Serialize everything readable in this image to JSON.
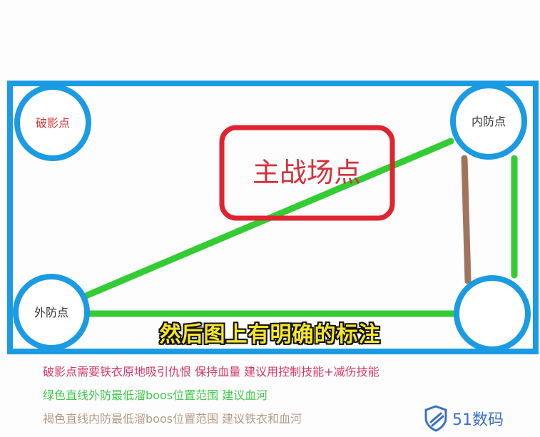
{
  "diagram": {
    "nodes": {
      "top_left": "破影点",
      "top_right": "内防点",
      "bottom_left": "外防点",
      "bottom_right": ""
    },
    "center_label": "主战场点",
    "colors": {
      "frame": "#1a9be3",
      "center_box": "#e0242f",
      "center_text": "#d6303c",
      "green_line": "#33cc33",
      "brown_line": "#a0755c",
      "top_left_label": "#d33a3a",
      "other_labels": "#333333"
    }
  },
  "caption": "然后图上有明确的标注",
  "notes": [
    "破影点需要铁衣原地吸引仇恨 保持血量 建议用控制技能+减伤技能",
    "绿色直线外防最低溜boos位置范围 建议血河",
    "褐色直线内防最低溜boos位置范围 建议铁衣和血河"
  ],
  "watermark": {
    "text": "51数码",
    "icon": "shield-logo-icon"
  }
}
